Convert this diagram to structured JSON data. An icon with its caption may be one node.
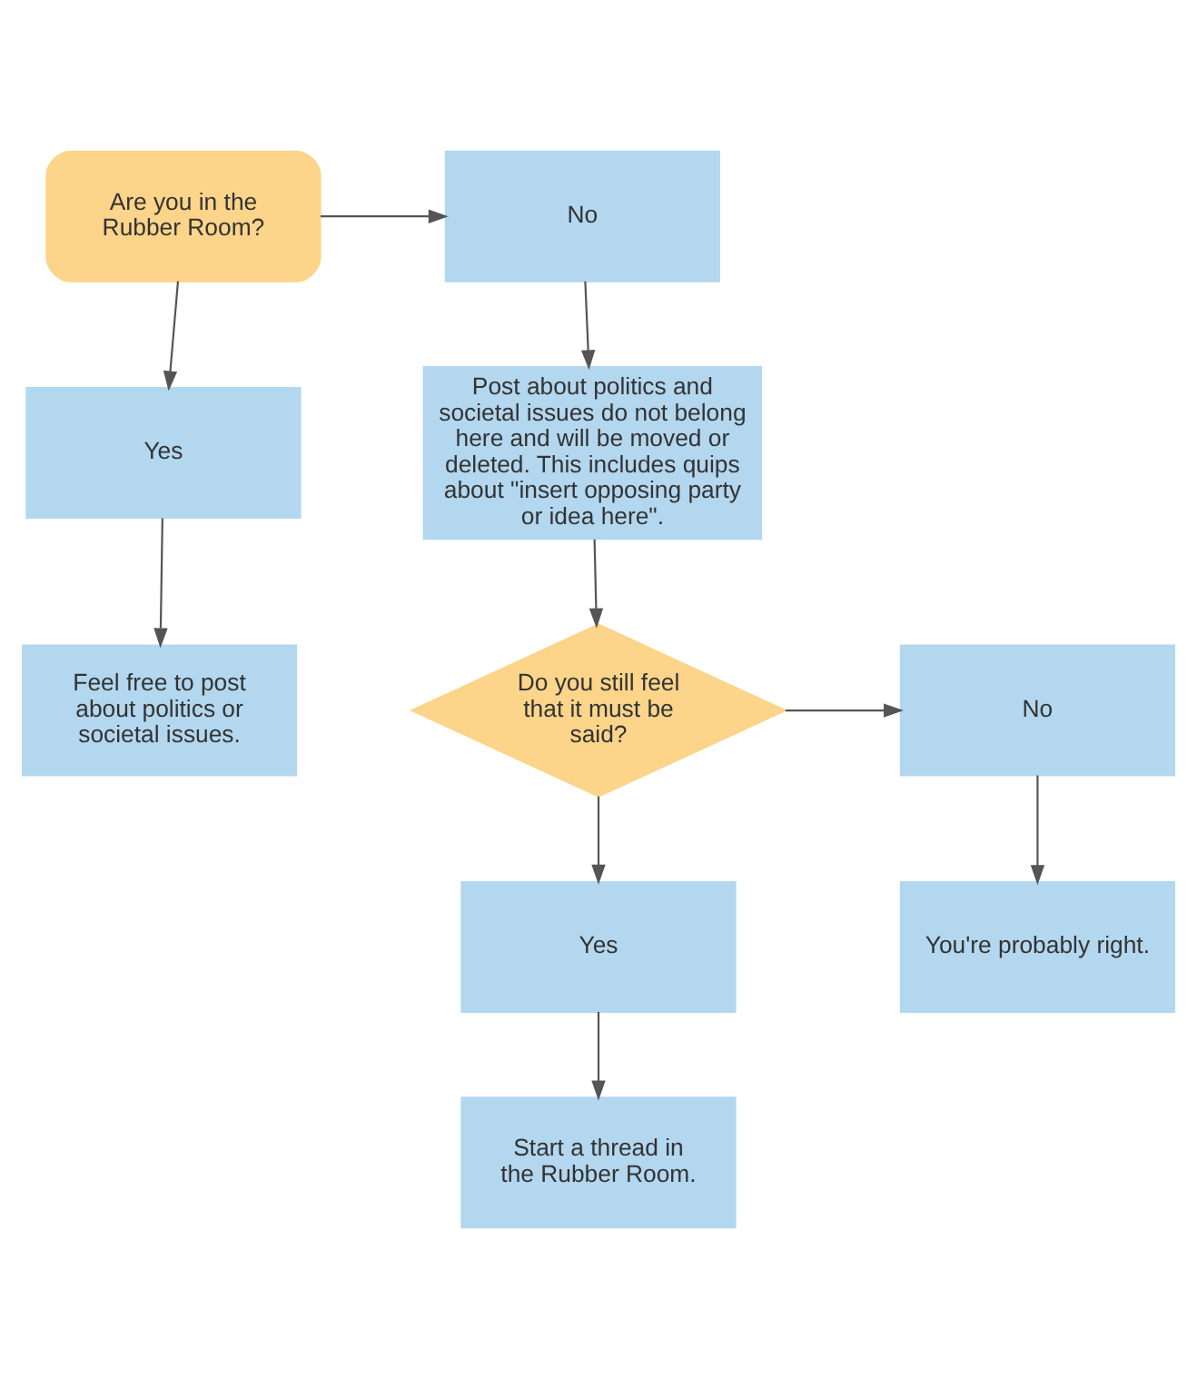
{
  "diagram": {
    "nodes": [
      {
        "text": [
          "Are you in the Rubber Room?"
        ]
      },
      {
        "text": [
          "No"
        ]
      },
      {
        "text": [
          "Yes"
        ]
      },
      {
        "text": [
          "Feel free to post about politics or societal issues."
        ]
      },
      {
        "text": [
          "Post about politics and societal issues do not belong here and will be moved or deleted. This includes quips about \"insert opposing party or idea here\"."
        ]
      },
      {
        "text": [
          "Do you still feel that it must be said?"
        ]
      },
      {
        "text": [
          "No"
        ]
      },
      {
        "text": [
          "Yes"
        ]
      },
      {
        "text": [
          "You're probably right."
        ]
      },
      {
        "text": [
          "Start a thread in the Rubber Room."
        ]
      }
    ],
    "edges": [
      {
        "from": 0,
        "to": 1,
        "arrow": "to"
      },
      {
        "from": 0,
        "to": 2,
        "arrow": "to"
      },
      {
        "from": 2,
        "to": 3,
        "arrow": "to"
      },
      {
        "from": 1,
        "to": 4,
        "arrow": "to"
      },
      {
        "from": 4,
        "to": 5,
        "arrow": "to"
      },
      {
        "from": 5,
        "to": 6,
        "arrow": "to"
      },
      {
        "from": 5,
        "to": 7,
        "arrow": "to"
      },
      {
        "from": 6,
        "to": 8,
        "arrow": "to"
      },
      {
        "from": 7,
        "to": 9,
        "arrow": "to"
      }
    ]
  }
}
